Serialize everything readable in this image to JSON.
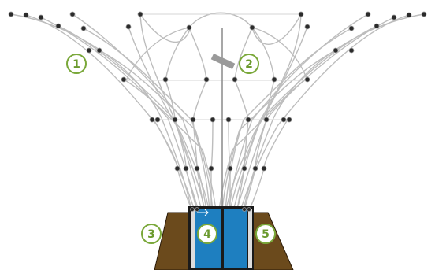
{
  "diagram": {
    "callouts": [
      {
        "id": "1",
        "label": "1"
      },
      {
        "id": "2",
        "label": "2"
      },
      {
        "id": "3",
        "label": "3"
      },
      {
        "id": "4",
        "label": "4"
      },
      {
        "id": "5",
        "label": "5"
      }
    ],
    "colors": {
      "callout_ring": "#7aa83a",
      "callout_text": "#6b9a2e",
      "callout_fill": "#ffffff",
      "base_brown": "#6b4a1c",
      "core_blue": "#1e7fc0",
      "rod_gray": "#b9b9b9",
      "node_dark": "#2b2b2b",
      "frame_dark": "#1a1a1a"
    }
  }
}
